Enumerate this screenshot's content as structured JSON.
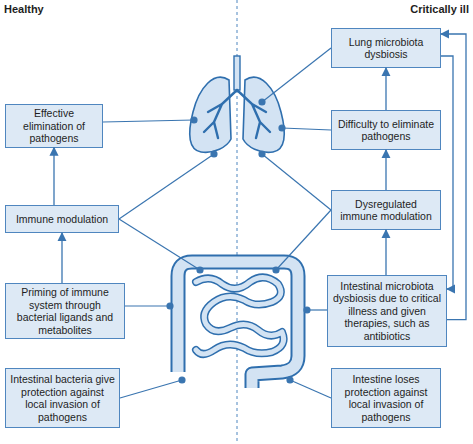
{
  "diagram": {
    "nodes": [
      {
        "text": [
          "Effective elimination of pathogens"
        ]
      },
      {
        "text": [
          "Immune modulation"
        ]
      },
      {
        "text": [
          "Priming of immune system through bacterial ligands and metabolites"
        ]
      },
      {
        "text": [
          "Intestinal bacteria give protection against local invasion of pathogens"
        ]
      },
      {
        "text": [
          "Lung microbiota dysbiosis"
        ]
      },
      {
        "text": [
          "Difficulty to eliminate pathogens"
        ]
      },
      {
        "text": [
          "Dysregulated immune modulation"
        ]
      },
      {
        "text": [
          "Intestinal microbiota dysbiosis due to critical illness and given therapies, such as antibiotics"
        ]
      },
      {
        "text": [
          "Intestine loses protection against local invasion of pathogens"
        ]
      }
    ],
    "edges": [
      {
        "from": 2,
        "to": 1,
        "arrow": "to"
      },
      {
        "from": 1,
        "to": 0,
        "arrow": "to"
      },
      {
        "from": 7,
        "to": 6,
        "arrow": "to"
      },
      {
        "from": 6,
        "to": 5,
        "arrow": "to"
      },
      {
        "from": 5,
        "to": 4,
        "arrow": "to"
      },
      {
        "from": 4,
        "to": 7,
        "arrow": "to"
      },
      {
        "from": 7,
        "to": 4,
        "arrow": "to"
      }
    ],
    "labels": [
      "Healthy",
      "Critically ill"
    ]
  }
}
